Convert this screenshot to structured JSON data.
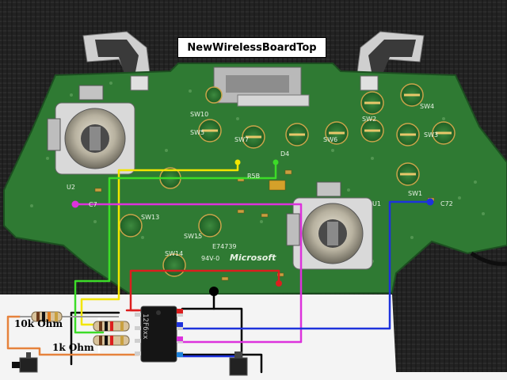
{
  "title": "NewWirelessBoardTop",
  "resistor_labels": {
    "r1": "10k Ohm",
    "r2": "1k Ohm"
  },
  "chip_label": "12F6xx",
  "board_text": {
    "brand": "Microsoft",
    "switches": [
      "SW1",
      "SW2",
      "SW3",
      "SW4",
      "SW5",
      "SW6",
      "SW7",
      "SW10",
      "SW13",
      "SW14",
      "SW15"
    ],
    "other": [
      "U1",
      "U2",
      "C7",
      "C72",
      "D4",
      "R5B",
      "E74739",
      "94V-0"
    ]
  },
  "wire_colors": {
    "yellow": "#f2e600",
    "green": "#3cdc28",
    "magenta": "#dc32dc",
    "blue": "#1e32dc",
    "red": "#dc1e1e",
    "black": "#000000",
    "orange": "#e6823c",
    "white": "#ffffff"
  }
}
